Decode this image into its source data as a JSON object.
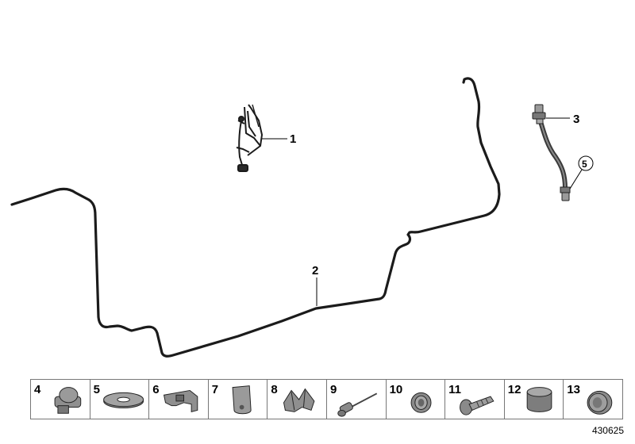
{
  "diagram": {
    "callouts": {
      "c1": "1",
      "c2": "2",
      "c3": "3",
      "c5": "5"
    }
  },
  "parts_strip": {
    "items": [
      {
        "number": "4",
        "icon": "plug-icon"
      },
      {
        "number": "5",
        "icon": "washer-icon"
      },
      {
        "number": "6",
        "icon": "pipe-clip-icon"
      },
      {
        "number": "7",
        "icon": "bracket-clip-icon"
      },
      {
        "number": "8",
        "icon": "double-pipe-clip-icon"
      },
      {
        "number": "9",
        "icon": "blind-rivet-icon"
      },
      {
        "number": "10",
        "icon": "grommet-icon"
      },
      {
        "number": "11",
        "icon": "screw-icon"
      },
      {
        "number": "12",
        "icon": "cap-icon"
      },
      {
        "number": "13",
        "icon": "rubber-ring-icon"
      }
    ]
  },
  "document_number": "430625"
}
